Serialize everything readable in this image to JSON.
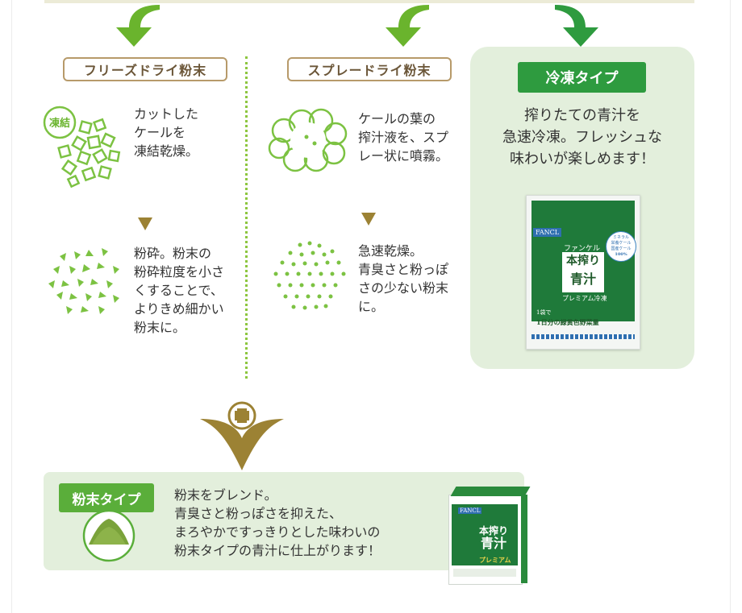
{
  "freeze_dry": {
    "label": "フリーズドライ粉末",
    "icon_text": "凍結",
    "step1": [
      "カットした",
      "ケールを",
      "凍結乾燥。"
    ],
    "step2": [
      "粉砕。粉末の",
      "粉砕粒度を小さ",
      "くすることで、",
      "よりきめ細かい",
      "粉末に。"
    ]
  },
  "spray_dry": {
    "label": "スプレードライ粉末",
    "step1": [
      "ケールの葉の",
      "搾汁液を、スプ",
      "レー状に噴霧。"
    ],
    "step2": [
      "急速乾燥。",
      "青臭さと粉っぽ",
      "さの少ない粉末",
      "に。"
    ]
  },
  "frozen_type": {
    "badge": "冷凍タイプ",
    "description": [
      "搾りたての青汁を",
      "急速冷凍。フレッシュな",
      "味わいが楽しめます！"
    ],
    "package": {
      "brand": "FANCL",
      "maker": "ファンケル",
      "name_line1": "本搾り",
      "name_line2": "青汁",
      "sub": "プレミアム冷凍",
      "circle_lines": [
        "ミネラル",
        "栄養ケール",
        "国産ケール",
        "100%"
      ],
      "bottom_line1": "1袋で",
      "bottom_line2": "1日分の緑黄色野菜量"
    }
  },
  "powder_type": {
    "badge": "粉末タイプ",
    "description": [
      "粉末をブレンド。",
      "青臭さと粉っぽさを抑えた、",
      "まろやかですっきりとした味わいの",
      "粉末タイプの青汁に仕上がります！"
    ],
    "package": {
      "brand": "FANCL",
      "name_line1": "本搾り",
      "name_line2": "青汁",
      "sub": "プレミアム"
    }
  },
  "colors": {
    "arrow_green": "#6ab42d",
    "arrow_dark_green": "#2e9b3f",
    "icon_green": "#7cc242",
    "gold": "#9c8234",
    "panel_bg": "#e3efdc"
  }
}
